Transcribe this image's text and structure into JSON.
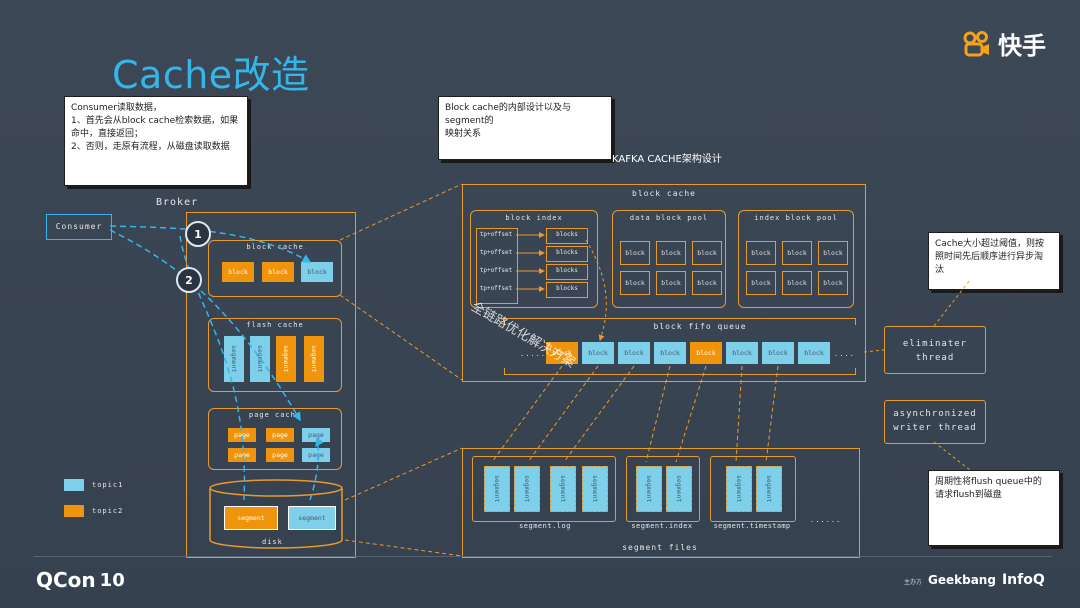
{
  "slide": {
    "title": "Cache改造",
    "brand": "快手",
    "subtitle": "KAFKA CACHE架构设计"
  },
  "notes": {
    "consumer_note": [
      "Consumer读取数据，",
      "1、首先会从block cache检索数据，如果命中，直接返回；",
      "2、否则，走原有流程，从磁盘读取数据"
    ],
    "block_note": [
      "Block cache的内部设计以及与segment的",
      "映射关系"
    ],
    "evict_note": [
      "Cache大小超过阈值，则按",
      "照时间先后顺序进行异步淘",
      "汰"
    ],
    "flush_note": [
      "周期性将flush queue中的",
      "请求flush到磁盘"
    ]
  },
  "broker": {
    "label": "Broker",
    "consumer": "Consumer",
    "step1": "1",
    "step2": "2",
    "block_cache": "block cache",
    "flash_cache": "flash cache",
    "page_cache": "page cache",
    "disk": "disk",
    "segment_a": "segment",
    "segment_b": "segment",
    "block_word": "block",
    "page_word": "page",
    "segment_word": "segment"
  },
  "legend": {
    "topic1": "topic1",
    "topic2": "topic2"
  },
  "kafka_cache": {
    "block_cache": "block cache",
    "block_index": "block index",
    "offset_label": "tp+offset",
    "blocks_label": "blocks",
    "data_block_pool": "data block pool",
    "index_block_pool": "index block pool",
    "block_word": "block",
    "fifo_queue": "block fifo queue",
    "ellipsis_left": "......",
    "ellipsis_right": "....",
    "watermark": "全链路优化解决方案",
    "segment_files": "segment files",
    "segment_log": "segment.log",
    "segment_index": "segment.index",
    "segment_timestamp": "segment.timestamp",
    "segment_ellipsis": "......",
    "segment_word": "segment"
  },
  "threads": {
    "eliminater": "eliminater thread",
    "writer": "asynchronized writer thread"
  },
  "footer": {
    "qcon": "QCon",
    "qcon_num": "10",
    "organizer": "主办方",
    "geekbang": "Geekbang",
    "infoq": "InfoQ"
  },
  "colors": {
    "accent_blue": "#35b6e8",
    "orange": "#f0940b",
    "light_blue": "#7dcfea",
    "background": "#3a4553"
  }
}
